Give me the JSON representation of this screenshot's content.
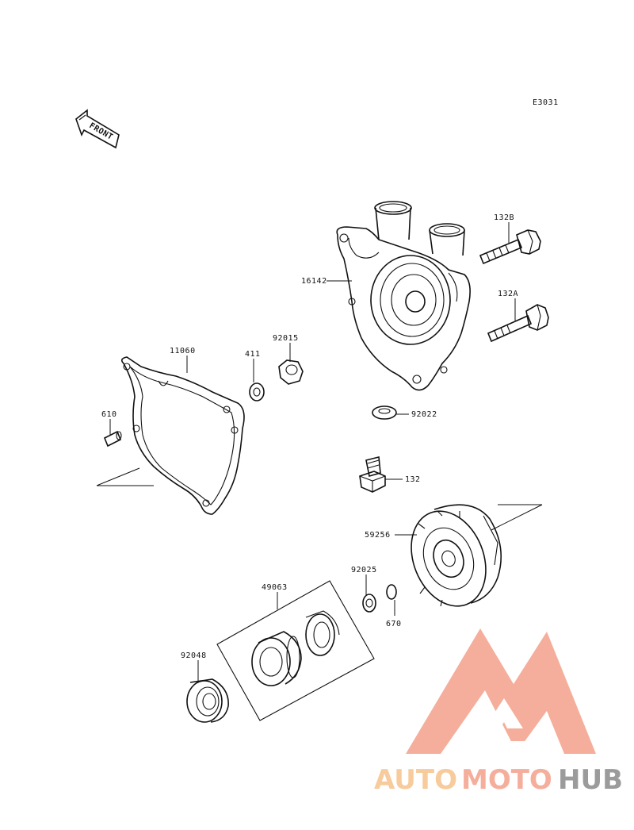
{
  "diagram": {
    "code": "E3031",
    "front_label": "FRONT",
    "parts": {
      "p13_2b": "132B",
      "p13_2a": "132A",
      "p16142": "16142",
      "p11060": "11060",
      "p411": "411",
      "p92015": "92015",
      "p92022": "92022",
      "p610": "610",
      "p132": "132",
      "p59256": "59256",
      "p49063": "49063",
      "p92025": "92025",
      "p670": "670",
      "p92048": "92048"
    }
  },
  "watermark": {
    "text_auto": "AUTO",
    "text_moto": "MOTO",
    "text_hub": "HUB",
    "color_primary": "#f4a08a",
    "color_secondary": "#f6c28a",
    "color_hub": "#8a8a8a"
  }
}
